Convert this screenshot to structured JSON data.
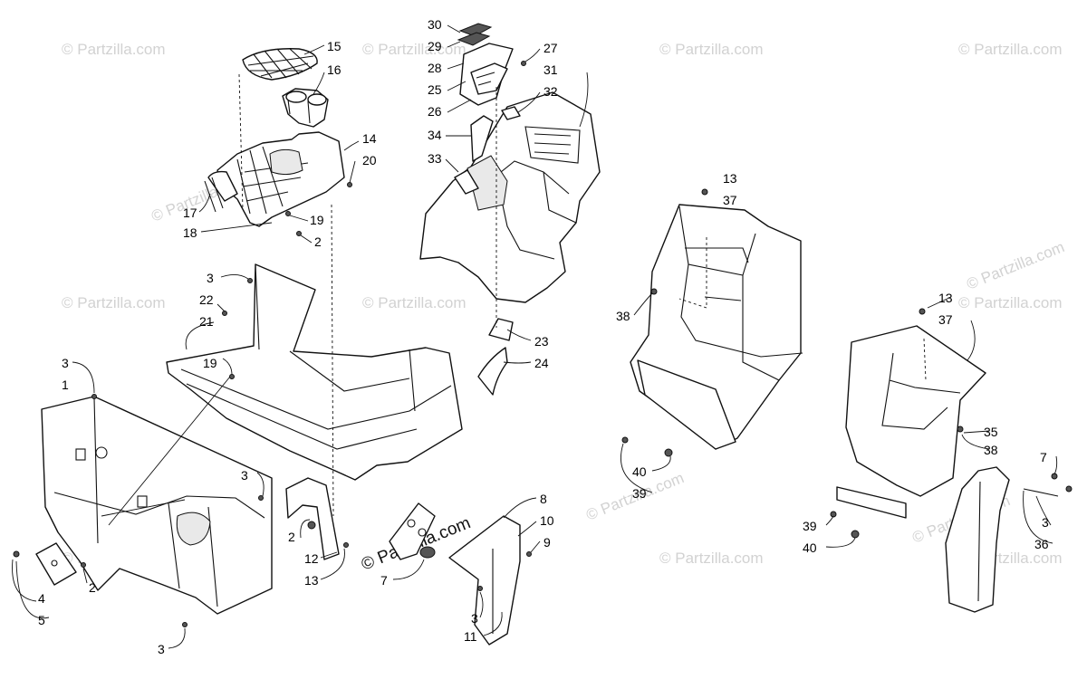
{
  "watermark": "© Partzilla.com",
  "callouts": [
    {
      "key": "c15",
      "label": "15"
    },
    {
      "key": "c16",
      "label": "16"
    },
    {
      "key": "c14",
      "label": "14"
    },
    {
      "key": "c20",
      "label": "20"
    },
    {
      "key": "c17",
      "label": "17"
    },
    {
      "key": "c18",
      "label": "18"
    },
    {
      "key": "c19a",
      "label": "19"
    },
    {
      "key": "c2a",
      "label": "2"
    },
    {
      "key": "c30",
      "label": "30"
    },
    {
      "key": "c29",
      "label": "29"
    },
    {
      "key": "c28",
      "label": "28"
    },
    {
      "key": "c25",
      "label": "25"
    },
    {
      "key": "c26",
      "label": "26"
    },
    {
      "key": "c27",
      "label": "27"
    },
    {
      "key": "c31",
      "label": "31"
    },
    {
      "key": "c32",
      "label": "32"
    },
    {
      "key": "c34",
      "label": "34"
    },
    {
      "key": "c33",
      "label": "33"
    },
    {
      "key": "c23",
      "label": "23"
    },
    {
      "key": "c24",
      "label": "24"
    },
    {
      "key": "c3a",
      "label": "3"
    },
    {
      "key": "c22",
      "label": "22"
    },
    {
      "key": "c21",
      "label": "21"
    },
    {
      "key": "c19b",
      "label": "19"
    },
    {
      "key": "c3b",
      "label": "3"
    },
    {
      "key": "c1",
      "label": "1"
    },
    {
      "key": "c3c",
      "label": "3"
    },
    {
      "key": "c2b",
      "label": "2"
    },
    {
      "key": "c12",
      "label": "12"
    },
    {
      "key": "c13a",
      "label": "13"
    },
    {
      "key": "c4",
      "label": "4"
    },
    {
      "key": "c5",
      "label": "5"
    },
    {
      "key": "c2c",
      "label": "2"
    },
    {
      "key": "c3d",
      "label": "3"
    },
    {
      "key": "c7a",
      "label": "7"
    },
    {
      "key": "c8",
      "label": "8"
    },
    {
      "key": "c10",
      "label": "10"
    },
    {
      "key": "c9",
      "label": "9"
    },
    {
      "key": "c3e",
      "label": "3"
    },
    {
      "key": "c11",
      "label": "11"
    },
    {
      "key": "c13b",
      "label": "13"
    },
    {
      "key": "c37a",
      "label": "37"
    },
    {
      "key": "c38a",
      "label": "38"
    },
    {
      "key": "c40a",
      "label": "40"
    },
    {
      "key": "c39a",
      "label": "39"
    },
    {
      "key": "c13c",
      "label": "13"
    },
    {
      "key": "c37b",
      "label": "37"
    },
    {
      "key": "c35",
      "label": "35"
    },
    {
      "key": "c38b",
      "label": "38"
    },
    {
      "key": "c7b",
      "label": "7"
    },
    {
      "key": "c3f",
      "label": "3"
    },
    {
      "key": "c36",
      "label": "36"
    },
    {
      "key": "c39b",
      "label": "39"
    },
    {
      "key": "c40b",
      "label": "40"
    }
  ]
}
